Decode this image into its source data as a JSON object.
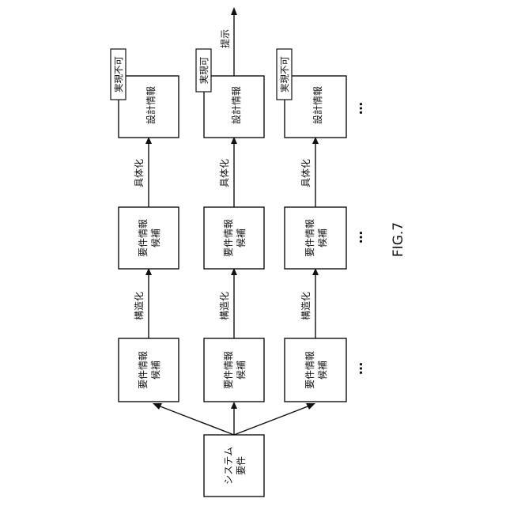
{
  "figure_label": "FIG.7",
  "start_box": {
    "line1": "システム",
    "line2": "要件"
  },
  "rows": [
    {
      "candidate1": {
        "line1": "要件情報",
        "line2": "候補"
      },
      "step1_label": "構造化",
      "candidate2": {
        "line1": "要件情報",
        "line2": "候補"
      },
      "step2_label": "具体化",
      "design": {
        "line1": "設計情報"
      },
      "feasibility": "実現不可"
    },
    {
      "candidate1": {
        "line1": "要件情報",
        "line2": "候補"
      },
      "step1_label": "構造化",
      "candidate2": {
        "line1": "要件情報",
        "line2": "候補"
      },
      "step2_label": "具体化",
      "design": {
        "line1": "設計情報"
      },
      "feasibility": "実現可",
      "output_label": "提示"
    },
    {
      "candidate1": {
        "line1": "要件情報",
        "line2": "候補"
      },
      "step1_label": "構造化",
      "candidate2": {
        "line1": "要件情報",
        "line2": "候補"
      },
      "step2_label": "具体化",
      "design": {
        "line1": "設計情報"
      },
      "feasibility": "実現不可"
    }
  ],
  "continuation": "…"
}
